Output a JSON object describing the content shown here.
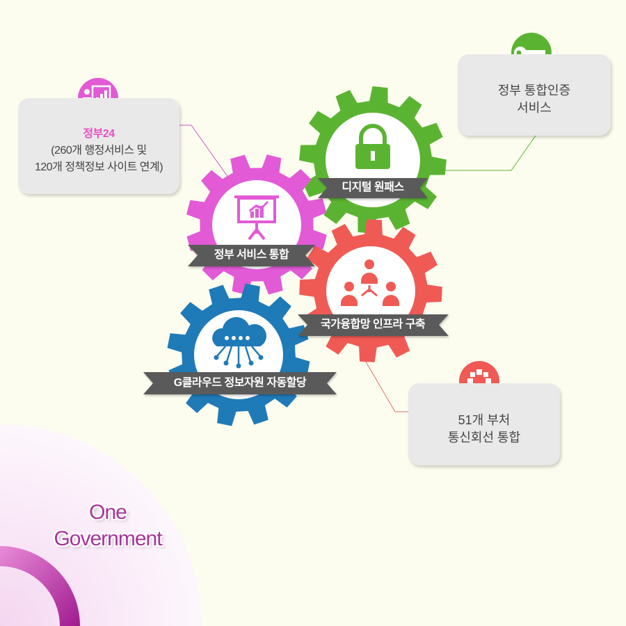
{
  "colors": {
    "background": "#fdfdef",
    "gear_green": "#5bb431",
    "gear_magenta": "#e25ad6",
    "gear_red": "#f05a55",
    "gear_blue": "#1f7ab8",
    "ribbon": "#5a5a5a",
    "callout_bg": "#e9e9e9",
    "gov24_title": "#e64fc3",
    "brand_text": "#a8329a"
  },
  "gears": [
    {
      "id": "digital-onepass",
      "label": "디지털 원패스",
      "color": "#5bb431",
      "icon": "padlock-icon"
    },
    {
      "id": "service-integration",
      "label": "정부 서비스 통합",
      "color": "#e25ad6",
      "icon": "presentation-board-icon"
    },
    {
      "id": "network-infra",
      "label": "국가융합망 인프라 구축",
      "color": "#f05a55",
      "icon": "org-chart-people-icon"
    },
    {
      "id": "gcloud",
      "label": "G클라우드 정보자원 자동할당",
      "color": "#1f7ab8",
      "icon": "cloud-network-icon"
    }
  ],
  "callouts": {
    "gov24": {
      "title": "정부24",
      "lines": [
        "(260개 행정서비스 및",
        "120개 정책정보 사이트 연계)"
      ],
      "icon": "chart-presenter-icon",
      "icon_color": "#e25ad6"
    },
    "auth": {
      "lines": [
        "정부 통합인증",
        "서비스"
      ],
      "icon": "key-icon",
      "icon_color": "#5bb431"
    },
    "network": {
      "lines": [
        "51개 부처",
        "통신회선 통합"
      ],
      "icon": "circular-arrows-icon",
      "icon_color": "#f05a55"
    }
  },
  "brand": {
    "lines": [
      "One",
      "Government"
    ]
  }
}
